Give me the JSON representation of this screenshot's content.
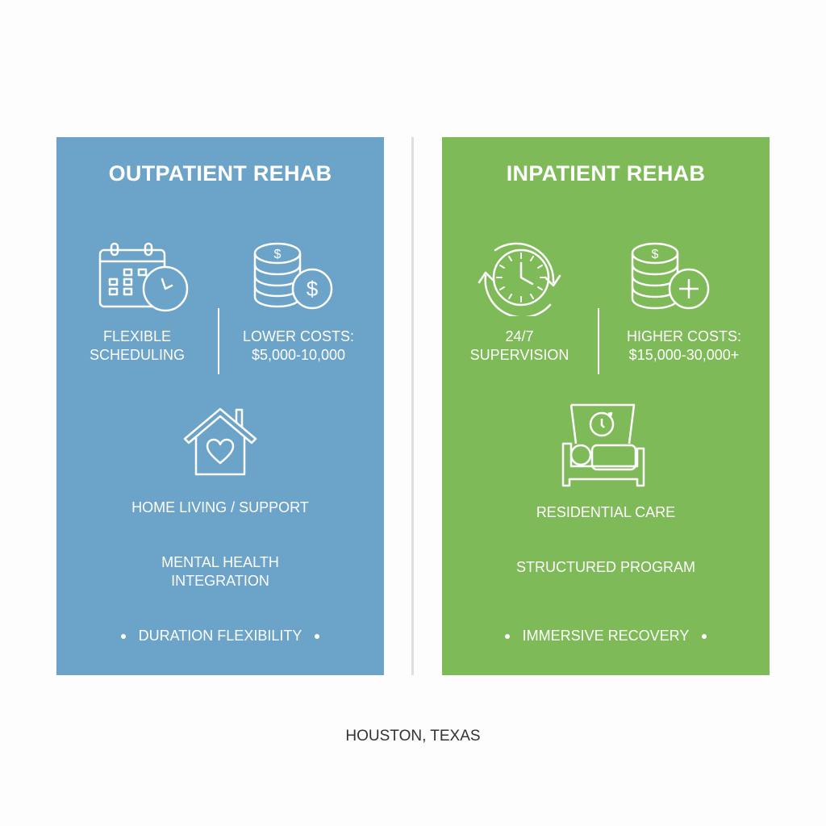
{
  "outpatient": {
    "title": "OUTPATIENT REHAB",
    "color": "#6ba3c9",
    "features": [
      {
        "line1": "FLEXIBLE",
        "line2": "SCHEDULING",
        "icon": "calendar-clock-icon"
      },
      {
        "line1": "LOWER COSTS:",
        "line2": "$5,000-10,000",
        "icon": "coins-dollar-icon"
      }
    ],
    "home": {
      "label": "HOME LIVING / SUPPORT",
      "icon": "house-heart-icon"
    },
    "mental": {
      "line1": "MENTAL HEALTH",
      "line2": "INTEGRATION"
    },
    "bullet": "DURATION FLEXIBILITY"
  },
  "inpatient": {
    "title": "INPATIENT REHAB",
    "color": "#7fba58",
    "features": [
      {
        "line1": "24/7",
        "line2": "SUPERVISION",
        "icon": "clock-cycle-icon"
      },
      {
        "line1": "HIGHER COSTS:",
        "line2": "$15,000-30,000+",
        "icon": "coins-plus-icon"
      }
    ],
    "residential": {
      "label": "RESIDENTIAL CARE",
      "icon": "bed-clock-icon"
    },
    "structured": "STRUCTURED PROGRAM",
    "bullet": "IMMERSIVE RECOVERY"
  },
  "footer": {
    "location": "HOUSTON, TEXAS"
  }
}
